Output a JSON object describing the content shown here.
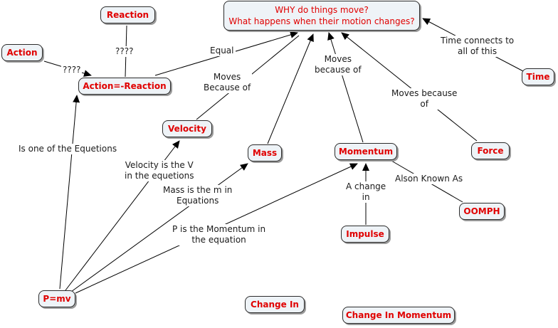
{
  "diagram": {
    "concepts": {
      "main_line1": "WHY do things move?",
      "main_line2": "What happens when their motion changes?",
      "reaction": "Reaction",
      "action": "Action",
      "action_reaction": "Action=-Reaction",
      "time": "Time",
      "velocity": "Velocity",
      "mass": "Mass",
      "momentum": "Momentum",
      "force": "Force",
      "oomph": "OOMPH",
      "impulse": "Impulse",
      "pmv": "P=mv",
      "change_in": "Change In",
      "change_in_momentum": "Change In Momentum"
    },
    "links": {
      "reaction_q": "????",
      "action_q": "????",
      "equal": "Equal",
      "moves_because_of_1": "Moves",
      "moves_because_of_2": "Because of",
      "moves_because_of_b1": "Moves",
      "moves_because_of_b2": "because of",
      "moves_because_of_c1": "Moves because",
      "moves_because_of_c2": "of",
      "time_connects_1": "Time connects to",
      "time_connects_2": "all of this",
      "is_one_of": "Is one of the Equetions",
      "velocity_is_v_1": "Velocity is the V",
      "velocity_is_v_2": "in the equetions",
      "mass_is_m_1": "Mass is the m in",
      "mass_is_m_2": "Equations",
      "p_is_momentum_1": "P is the Momentum in",
      "p_is_momentum_2": "the equation",
      "a_change_1": "A change",
      "a_change_2": "in",
      "also_known_as": "Alson Known As"
    }
  }
}
